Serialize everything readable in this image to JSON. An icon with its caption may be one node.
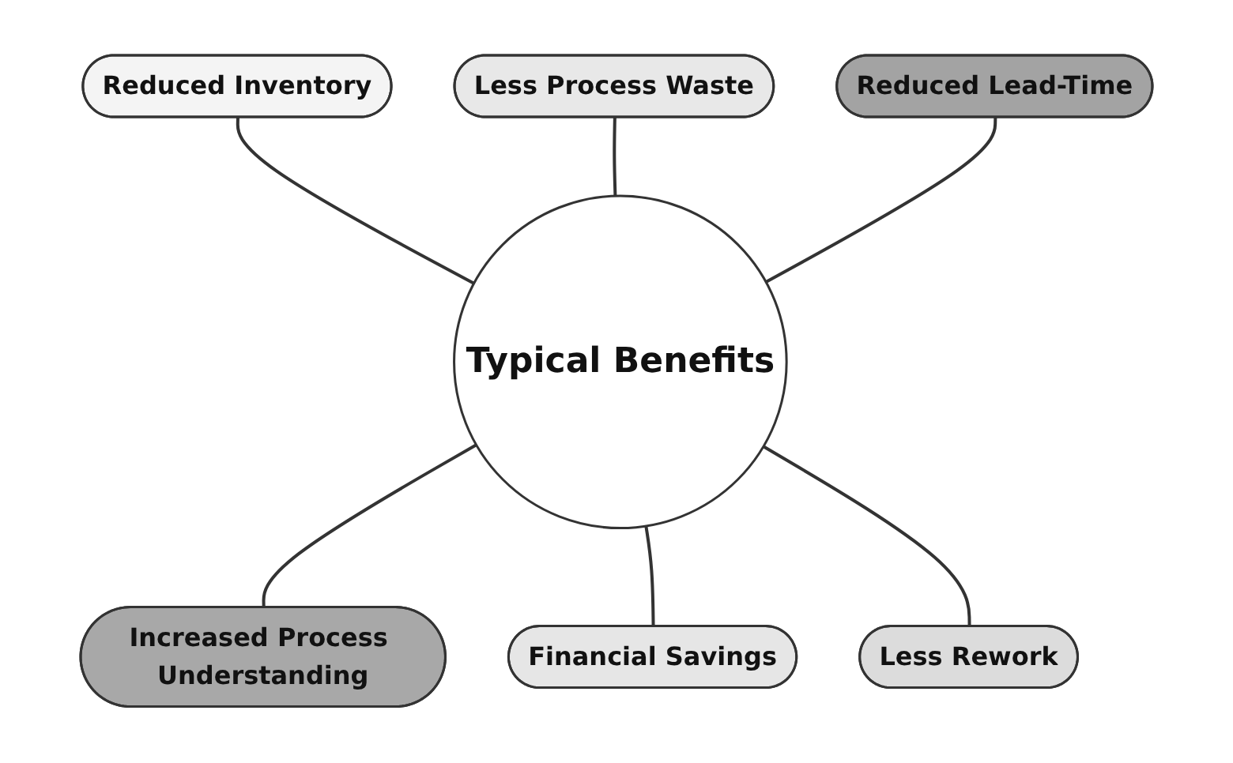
{
  "diagram": {
    "nodes": [
      {
        "text": [
          "Reduced Inventory"
        ]
      },
      {
        "text": [
          "Less Process Waste"
        ]
      },
      {
        "text": [
          "Reduced Lead-Time"
        ]
      },
      {
        "text": [
          "Typical Benefits"
        ]
      },
      {
        "text": [
          "Increased Process Understanding"
        ]
      },
      {
        "text": [
          "Financial Savings"
        ]
      },
      {
        "text": [
          "Less Rework"
        ]
      }
    ],
    "edges": [
      {
        "from": 0,
        "to": 3,
        "arrow": "none"
      },
      {
        "from": 1,
        "to": 3,
        "arrow": "none"
      },
      {
        "from": 2,
        "to": 3,
        "arrow": "none"
      },
      {
        "from": 3,
        "to": 4,
        "arrow": "none"
      },
      {
        "from": 3,
        "to": 5,
        "arrow": "none"
      },
      {
        "from": 3,
        "to": 6,
        "arrow": "none"
      }
    ]
  }
}
